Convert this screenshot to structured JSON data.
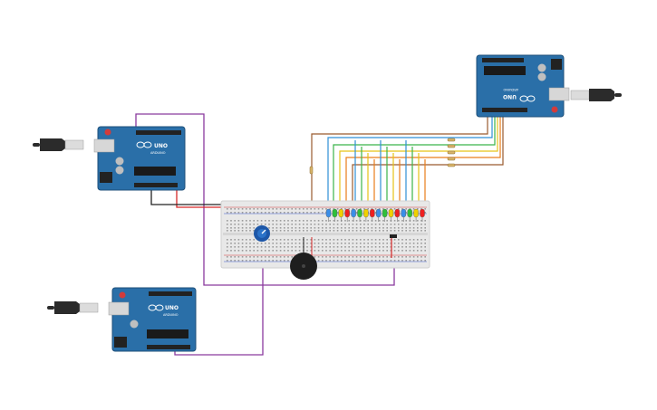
{
  "boards": [
    {
      "id": "left",
      "model_label": "UNO",
      "brand_label": "ARDUINO"
    },
    {
      "id": "bottom",
      "model_label": "UNO",
      "brand_label": "ARDUINO"
    },
    {
      "id": "right",
      "model_label": "UNO",
      "brand_label": "ARDUINO"
    }
  ],
  "colors": {
    "board": "#2a6fa8",
    "board_dark": "#1d4f7a",
    "usb_port": "#c8c8c8",
    "usb_cable": "#2b2b2b",
    "breadboard": "#e8e8e8",
    "wire_purple": "#8a3a9e",
    "wire_red": "#d62828",
    "wire_black": "#222222",
    "wire_brown": "#9a5b2e",
    "wire_blue": "#2f8fd6",
    "wire_green": "#3bb54a",
    "wire_yellow": "#e6c318",
    "wire_orange": "#e97d1c",
    "potentiometer": "#1d57a8",
    "buzzer": "#1e1e1e"
  },
  "leds": [
    "#3a8ee8",
    "#2fbf3a",
    "#f0d000",
    "#ef2020",
    "#3a8ee8",
    "#2fbf3a",
    "#f0d000",
    "#ef2020",
    "#3a8ee8",
    "#2fbf3a",
    "#f0d000",
    "#ef2020",
    "#3a8ee8",
    "#2fbf3a",
    "#f0d000",
    "#ef2020"
  ],
  "icons": {
    "usb": "usb-cable-icon",
    "reset": "reset-button-icon",
    "logo": "arduino-logo-icon"
  }
}
